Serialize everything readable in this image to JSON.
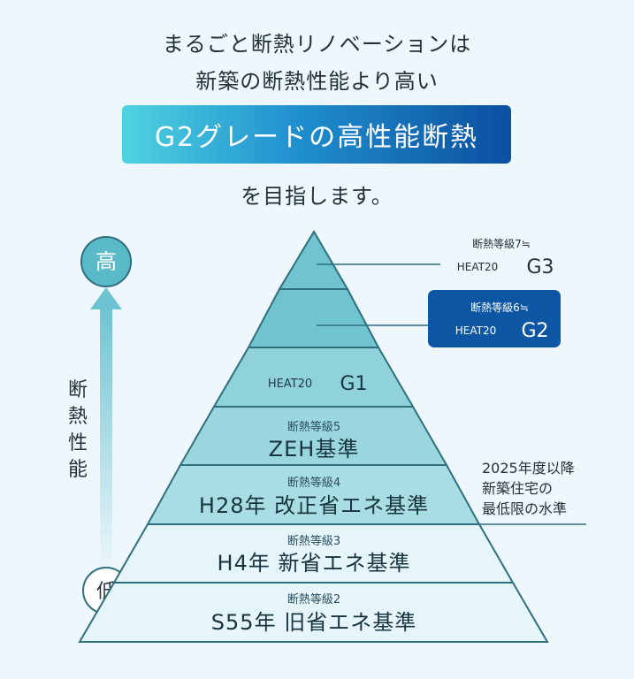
{
  "headline": {
    "line1": "まるごと断熱リノベーションは",
    "line2": "新築の断熱性能より高い",
    "banner": "G2グレードの高性能断熱",
    "line3": "を目指します。"
  },
  "axis": {
    "high": "高",
    "low": "低",
    "label": [
      "断",
      "熱",
      "性",
      "能"
    ]
  },
  "levels": [
    {
      "grade": "断熱等級2",
      "name": "S55年 旧省エネ基準"
    },
    {
      "grade": "断熱等級3",
      "name": "H4年 新省エネ基準"
    },
    {
      "grade": "断熱等級4",
      "name": "H28年 改正省エネ基準"
    },
    {
      "grade": "断熱等級5",
      "name": "ZEH基準"
    },
    {
      "grade": "HEAT20",
      "name": "G1"
    }
  ],
  "callouts": {
    "g2": {
      "grade": "断熱等級6≒",
      "prefix": "HEAT20",
      "name": "G2"
    },
    "g3": {
      "grade": "断熱等級7≒",
      "prefix": "HEAT20",
      "name": "G3"
    }
  },
  "side_note": [
    "2025年度以降",
    "新築住宅の",
    "最低限の水準"
  ],
  "colors": {
    "pyramid_outline": "#2f6f7e",
    "tier_light": "#e4f4f8",
    "tier_mid": "#8fd2da",
    "tier_dark": "#5bbac7",
    "callout_bg": "#0d56a3"
  }
}
